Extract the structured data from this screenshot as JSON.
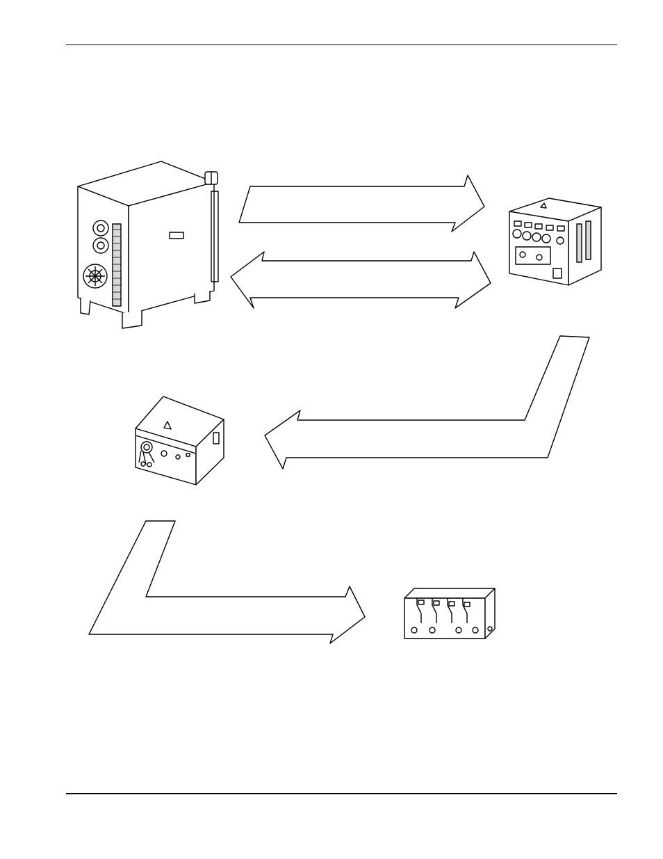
{
  "page": {
    "background": "#ffffff",
    "line_color": "#000000"
  },
  "components": [
    {
      "id": "power-supply",
      "icon": "power-supply-icon"
    },
    {
      "id": "gas-console",
      "icon": "gas-console-icon"
    },
    {
      "id": "ignition-console",
      "icon": "ignition-console-icon"
    },
    {
      "id": "torch-manifold",
      "icon": "torch-manifold-icon"
    }
  ],
  "connections": [
    {
      "from": "power-supply",
      "to": "gas-console",
      "direction": "one-way"
    },
    {
      "from": "gas-console",
      "to": "power-supply",
      "direction": "two-way"
    },
    {
      "from": "gas-console",
      "to": "ignition-console",
      "direction": "one-way"
    },
    {
      "from": "ignition-console",
      "to": "torch-manifold",
      "direction": "one-way"
    }
  ]
}
